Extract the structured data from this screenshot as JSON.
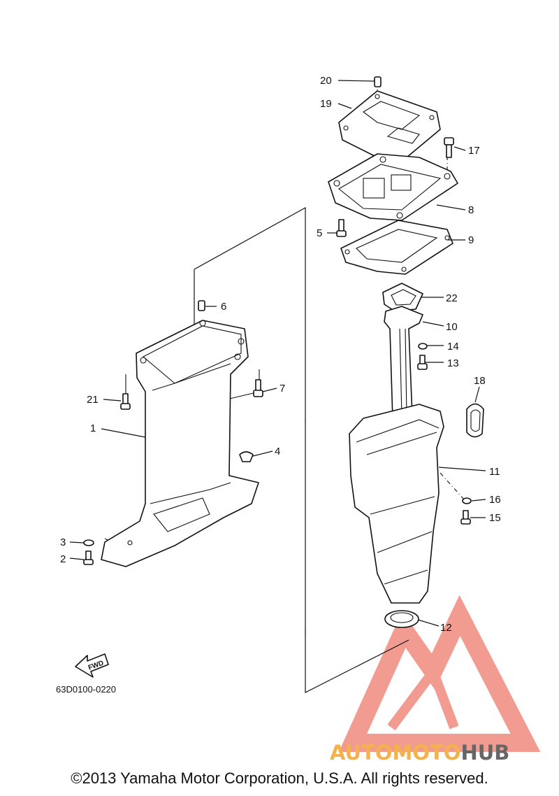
{
  "diagram": {
    "callouts": [
      "1",
      "2",
      "3",
      "4",
      "5",
      "6",
      "7",
      "8",
      "9",
      "10",
      "11",
      "12",
      "13",
      "14",
      "15",
      "16",
      "17",
      "18",
      "19",
      "20",
      "21",
      "22"
    ],
    "figure_code": "63D0100-0220",
    "fwd_label": "FWD"
  },
  "watermark": {
    "brand_part1": "AUTOMOTO",
    "brand_part2": "HUB",
    "color_primary": "#f08a7e",
    "color_orange": "#f3b24b",
    "color_dark": "#666666"
  },
  "footer": {
    "copyright": "©2013 Yamaha Motor Corporation, U.S.A. All rights reserved."
  }
}
